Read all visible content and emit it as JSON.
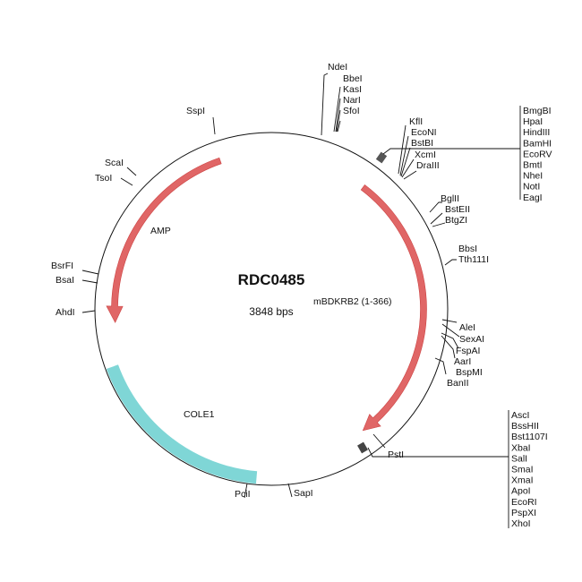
{
  "plasmid": {
    "name": "RDC0485",
    "size": "3848 bps"
  },
  "features": [
    {
      "label": "AMP",
      "color": "#e06666"
    },
    {
      "label": "mBDKRB2 (1-366)",
      "color": "#e06666"
    },
    {
      "label": "COLE1",
      "color": "#7fd6d6"
    }
  ],
  "sites": {
    "top": [
      "NdeI",
      "BbeI",
      "KasI",
      "NarI",
      "SfoI"
    ],
    "mcs1_near": [
      "KflI",
      "EcoNI",
      "BstBI",
      "XcmI",
      "DraIII"
    ],
    "mcs1": [
      "BmgBI",
      "HpaI",
      "HindIII",
      "BamHI",
      "EcoRV",
      "BmtI",
      "NheI",
      "NotI",
      "EagI"
    ],
    "right1": [
      "BglII",
      "BstEII",
      "BtgZI"
    ],
    "right2": [
      "BbsI",
      "Tth111I"
    ],
    "right3": [
      "AleI",
      "SexAI",
      "FspAI",
      "AarI",
      "BspMI",
      "BanII"
    ],
    "mcs2": [
      "AscI",
      "BssHII",
      "Bst1107I",
      "XbaI",
      "SalI",
      "SmaI",
      "XmaI",
      "ApoI",
      "EcoRI",
      "PspXI",
      "XhoI"
    ],
    "pst": "PstI",
    "left": [
      "SspI",
      "ScaI",
      "TsoI",
      "BsrFI",
      "BsaI",
      "AhdI"
    ],
    "bottom": [
      "PciI",
      "SapI"
    ]
  }
}
